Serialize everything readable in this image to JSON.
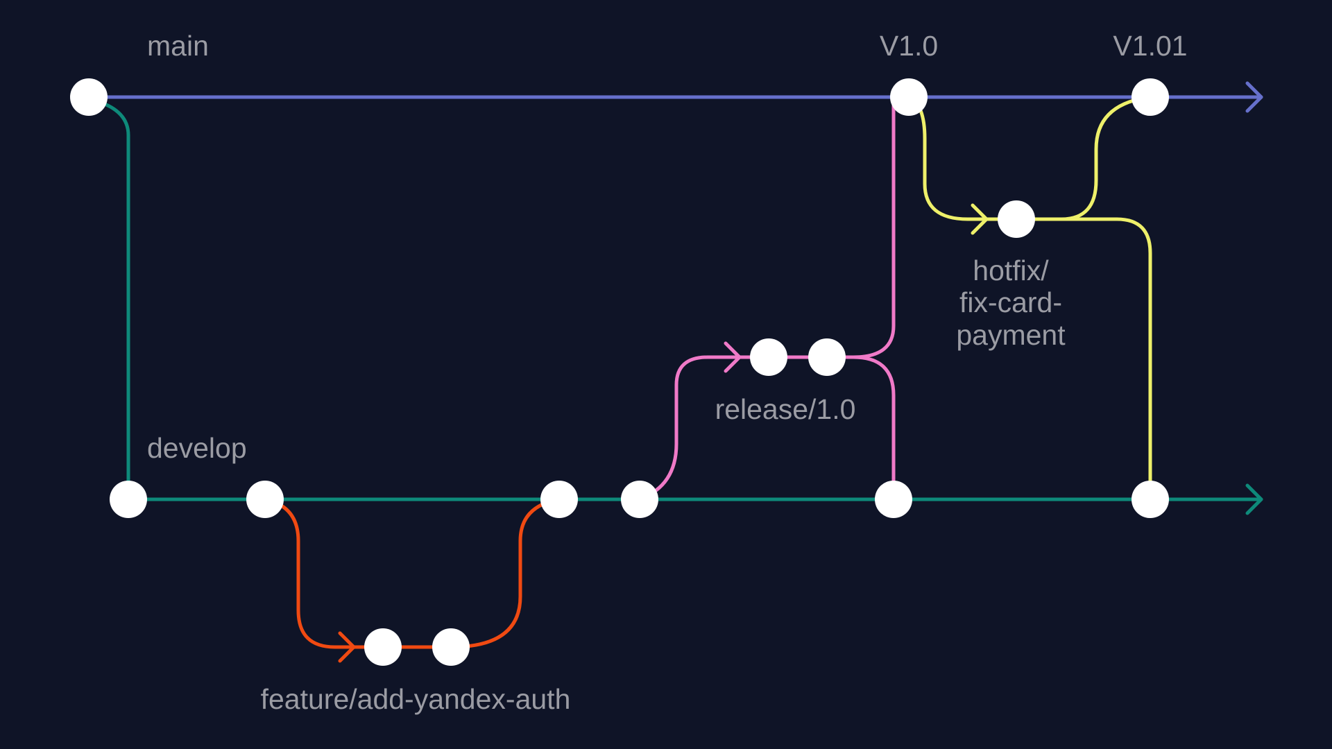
{
  "branches": {
    "main": {
      "label": "main",
      "color": "#6670cc"
    },
    "develop": {
      "label": "develop",
      "color": "#0e8a7a"
    },
    "feature": {
      "label": "feature/add-yandex-auth",
      "color": "#f04a12"
    },
    "release": {
      "label": "release/1.0",
      "color": "#f07ac8"
    },
    "hotfix": {
      "label_lines": [
        "hotfix/",
        "fix-card-",
        "payment"
      ],
      "color": "#eef06a"
    }
  },
  "tags": {
    "v1_0": "V1.0",
    "v1_01": "V1.01"
  },
  "background": "#0f1427",
  "label_color": "#9b9ca4",
  "commit_color": "#ffffff"
}
